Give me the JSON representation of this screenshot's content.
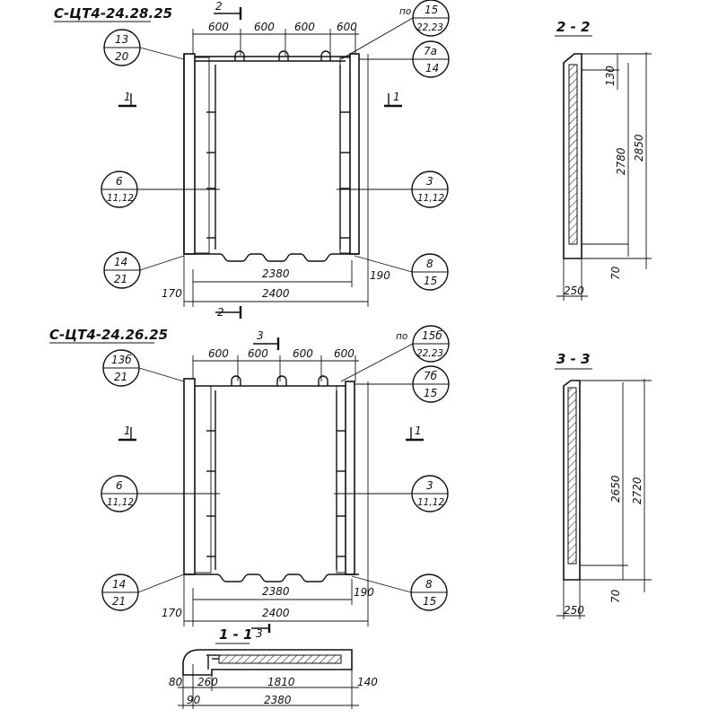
{
  "panel_top": {
    "title": "С-ЦТ4-24.28.25",
    "dims_top": [
      "600",
      "600",
      "600",
      "600"
    ],
    "dim_inner": "2380",
    "dim_outer": "2400",
    "dim_left": "170",
    "dim_right": "190",
    "section_top_label": "2",
    "section_bottom_label": "2",
    "section_left_label": "1",
    "section_right_label": "1",
    "callouts": {
      "top_left": {
        "num": "13",
        "den": "20"
      },
      "mid_left": {
        "num": "6",
        "den": "11,12"
      },
      "bottom_left": {
        "num": "14",
        "den": "21"
      },
      "top_right": {
        "num": "15",
        "den": "22,23",
        "prefix": "по"
      },
      "upper_right": {
        "num": "7а",
        "den": "14"
      },
      "mid_right": {
        "num": "3",
        "den": "11,12"
      },
      "bottom_right": {
        "num": "8",
        "den": "15"
      }
    }
  },
  "panel_bottom": {
    "title": "С-ЦТ4-24.26.25",
    "dims_top": [
      "600",
      "600",
      "600",
      "600"
    ],
    "dim_inner": "2380",
    "dim_outer": "2400",
    "dim_left": "170",
    "dim_right": "190",
    "section_top_label": "3",
    "section_left_label": "1",
    "section_right_label": "1",
    "callouts": {
      "top_left": {
        "num": "13б",
        "den": "21"
      },
      "mid_left": {
        "num": "6",
        "den": "11,12"
      },
      "bottom_left": {
        "num": "14",
        "den": "21"
      },
      "top_right": {
        "num": "15б",
        "den": "22,23",
        "prefix": "по"
      },
      "upper_right": {
        "num": "7б",
        "den": "15"
      },
      "mid_right": {
        "num": "3",
        "den": "11,12"
      },
      "bottom_right": {
        "num": "8",
        "den": "15"
      }
    }
  },
  "section_2_2": {
    "title": "2 - 2",
    "dims": {
      "top": "130",
      "inner": "2780",
      "outer": "2850",
      "bottom": "70",
      "width": "250"
    }
  },
  "section_3_3": {
    "title": "3 - 3",
    "dims": {
      "inner": "2650",
      "outer": "2720",
      "bottom": "70",
      "width": "250"
    }
  },
  "section_1_1": {
    "title": "1 - 1",
    "marker": "3",
    "dims": {
      "a": "80",
      "b": "260",
      "c": "1810",
      "d": "140",
      "e": "90",
      "f": "2380"
    }
  }
}
